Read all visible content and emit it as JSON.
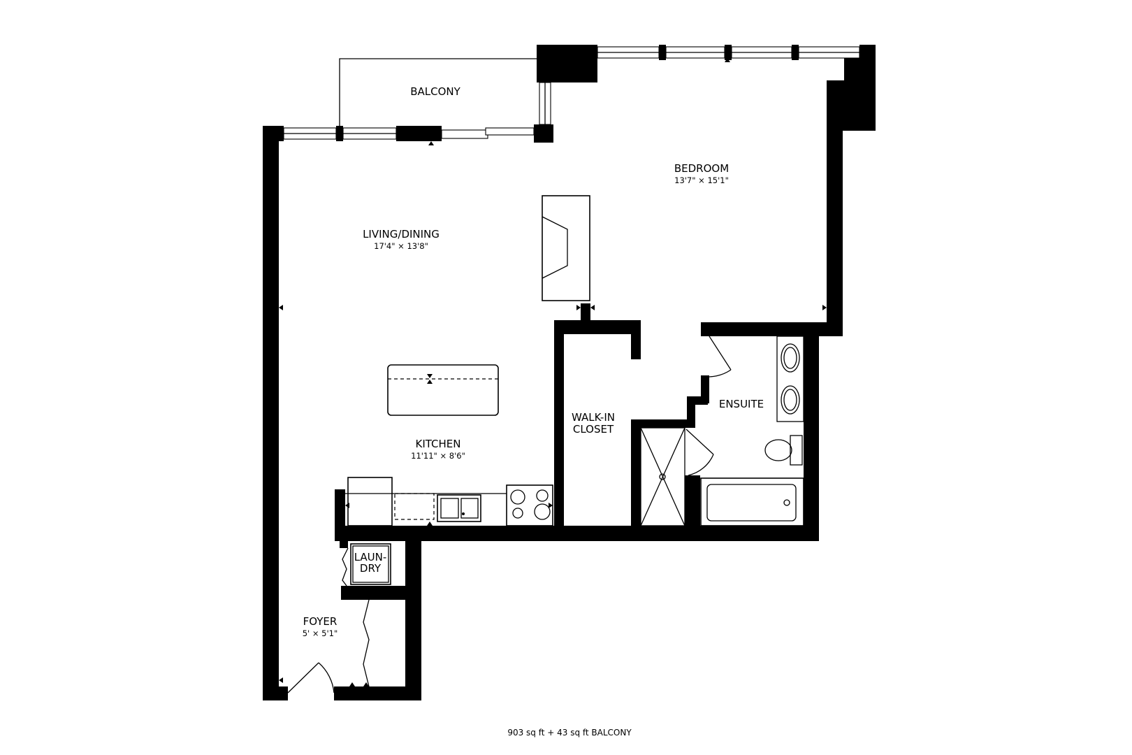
{
  "rooms": {
    "balcony": {
      "name": "BALCONY"
    },
    "bedroom": {
      "name": "BEDROOM",
      "dims": "13'7\" × 15'1\""
    },
    "living_dining": {
      "name": "LIVING/DINING",
      "dims": "17'4\" × 13'8\""
    },
    "walk_in_closet": {
      "name_line1": "WALK-IN",
      "name_line2": "CLOSET"
    },
    "ensuite": {
      "name": "ENSUITE"
    },
    "kitchen": {
      "name": "KITCHEN",
      "dims": "11'11\" × 8'6\""
    },
    "laundry": {
      "name_line1": "LAUN-",
      "name_line2": "DRY"
    },
    "foyer": {
      "name": "FOYER",
      "dims": "5' × 5'1\""
    }
  },
  "footer": {
    "area": "903 sq ft + 43 sq ft BALCONY"
  },
  "colors": {
    "wall": "#000000",
    "background": "#ffffff"
  }
}
